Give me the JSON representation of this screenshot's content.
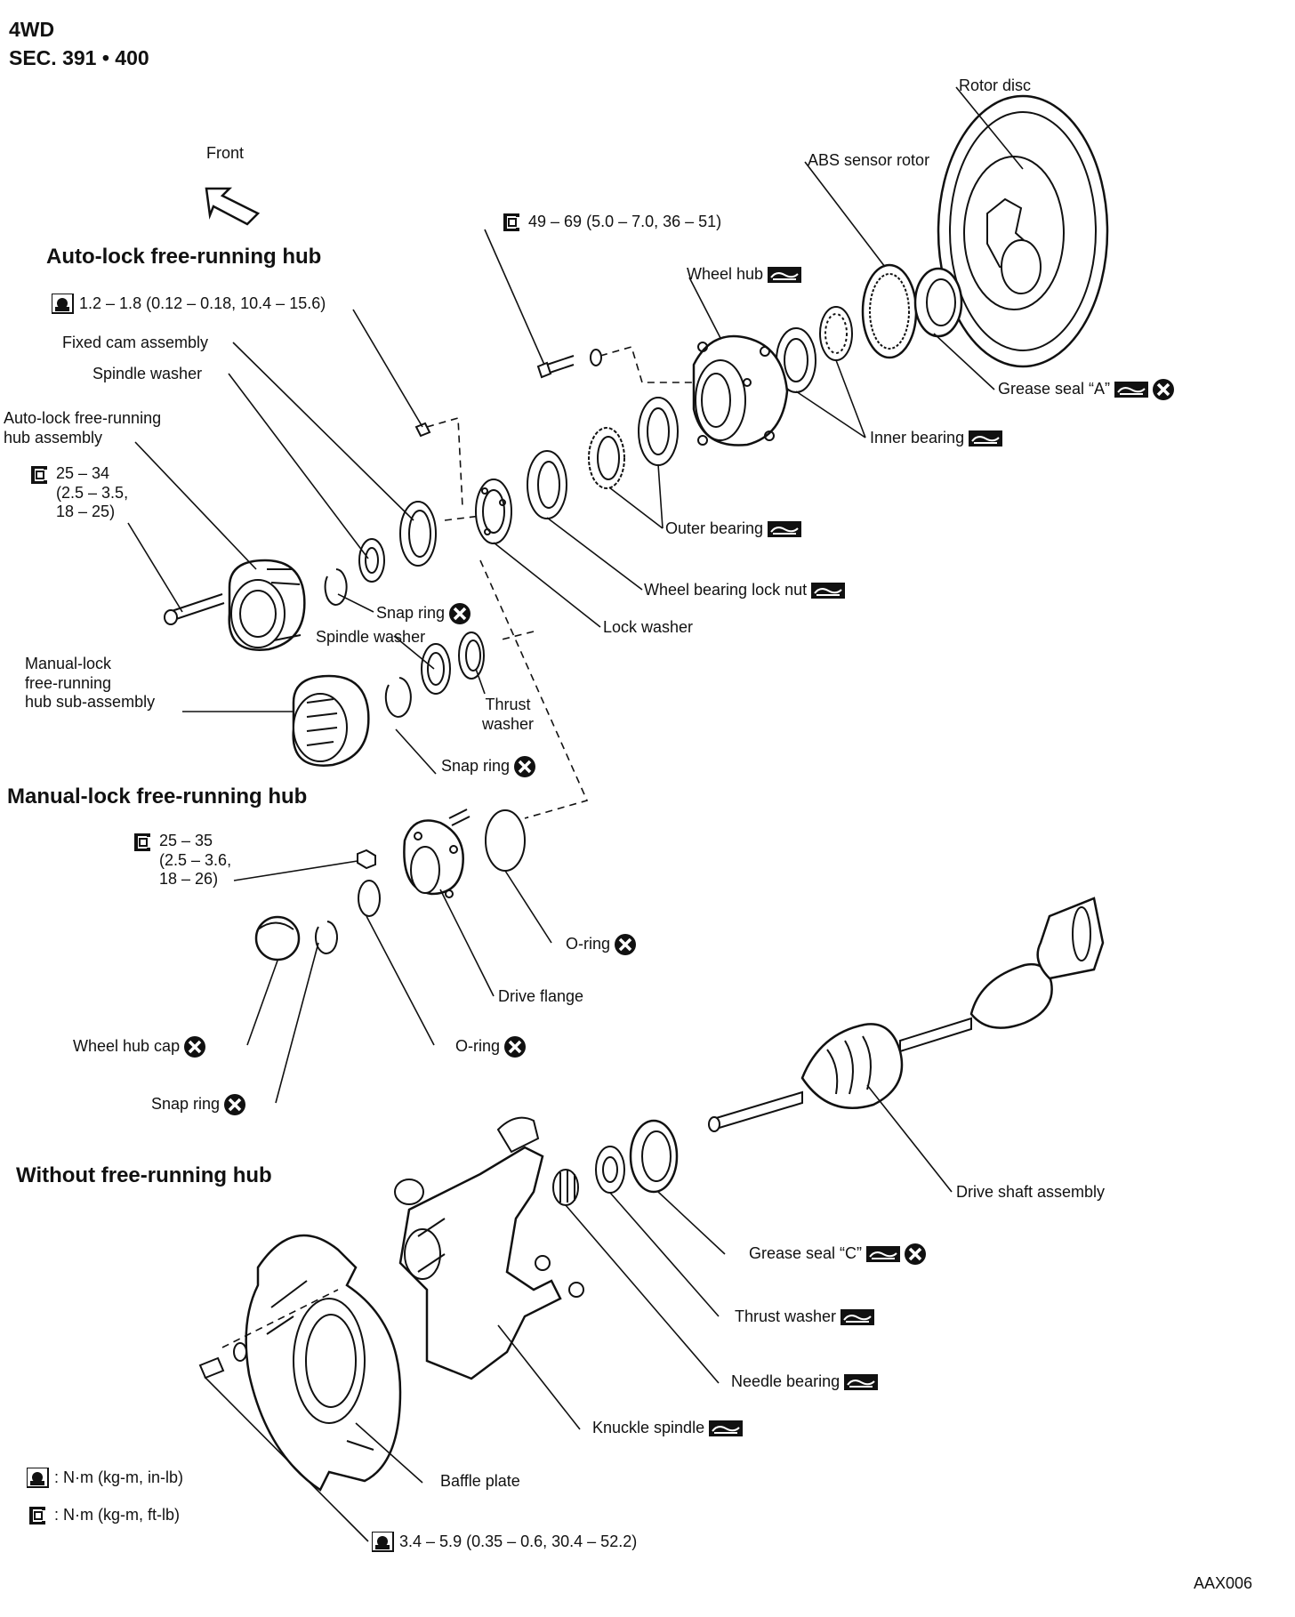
{
  "header": {
    "line1": "4WD",
    "line2": "SEC. 391 • 400"
  },
  "front_label": "Front",
  "sections": {
    "auto": "Auto-lock free-running hub",
    "manual": "Manual-lock free-running hub",
    "without": "Without free-running hub"
  },
  "torques": {
    "t1": "1.2 – 1.8 (0.12 – 0.18, 10.4 – 15.6)",
    "t2": "49 – 69 (5.0 – 7.0, 36 – 51)",
    "t3": "25 – 34\n(2.5 – 3.5,\n18 – 25)",
    "t4": "25 – 35\n(2.5 – 3.6,\n18 – 26)",
    "t5": "3.4 – 5.9 (0.35 – 0.6, 30.4 – 52.2)"
  },
  "labels": {
    "rotor_disc": "Rotor disc",
    "abs_sensor_rotor": "ABS sensor rotor",
    "wheel_hub": "Wheel hub",
    "grease_seal_a": "Grease seal “A”",
    "inner_bearing": "Inner bearing",
    "outer_bearing": "Outer bearing",
    "wheel_bearing_lock_nut": "Wheel bearing lock nut",
    "lock_washer": "Lock washer",
    "fixed_cam_assembly": "Fixed cam assembly",
    "spindle_washer_1": "Spindle washer",
    "auto_hub_assembly": "Auto-lock free-running\nhub assembly",
    "snap_ring_1": "Snap ring",
    "spindle_washer_2": "Spindle washer",
    "thrust_washer_1": "Thrust\nwasher",
    "manual_hub_sub": "Manual-lock\nfree-running\nhub sub-assembly",
    "snap_ring_2": "Snap ring",
    "o_ring_1": "O-ring",
    "drive_flange": "Drive flange",
    "o_ring_2": "O-ring",
    "wheel_hub_cap": "Wheel hub cap",
    "snap_ring_3": "Snap ring",
    "drive_shaft_assembly": "Drive shaft assembly",
    "grease_seal_c": "Grease seal “C”",
    "thrust_washer_2": "Thrust washer",
    "needle_bearing": "Needle bearing",
    "knuckle_spindle": "Knuckle spindle",
    "baffle_plate": "Baffle plate"
  },
  "legend": {
    "inlb": ": N·m (kg-m, in-lb)",
    "ftlb": ": N·m (kg-m, ft-lb)"
  },
  "figure_code": "AAX006"
}
